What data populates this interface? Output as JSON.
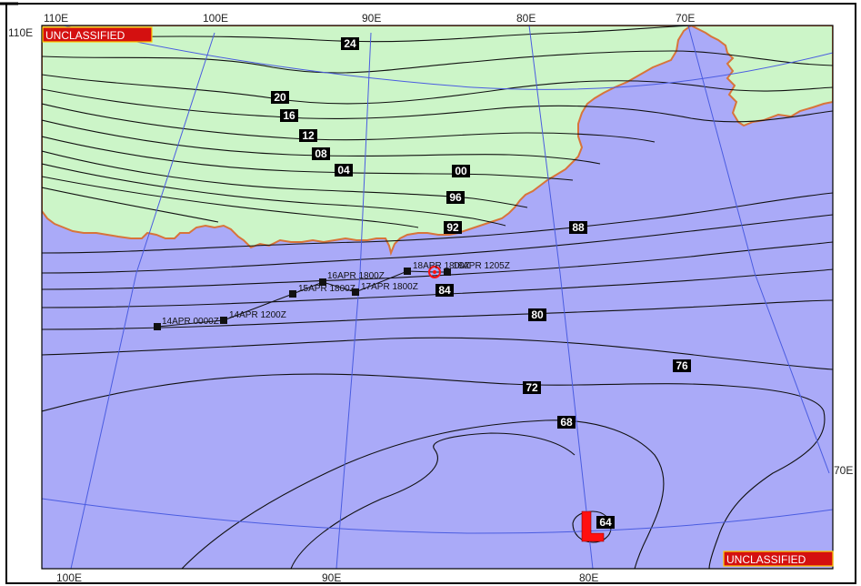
{
  "classification": {
    "top_left": "UNCLASSIFIED",
    "bottom_right": "UNCLASSIFIED"
  },
  "colors": {
    "land": "#ccf5c8",
    "sea": "#aaaaf8",
    "coast": "#d8743a",
    "grid": "#4a5ce0",
    "isobar": "#111111",
    "track": "#111111",
    "low": "#ff1010"
  },
  "top_axis_labels": [
    "110E",
    "100E",
    "90E",
    "80E",
    "70E"
  ],
  "bottom_axis_labels": [
    "100E",
    "90E",
    "80E"
  ],
  "left_edge_label": "110E",
  "right_edge_label": "70E",
  "isobar_labels": [
    "24",
    "20",
    "16",
    "12",
    "08",
    "04",
    "00",
    "96",
    "92",
    "88",
    "84",
    "80",
    "76",
    "72",
    "68",
    "64"
  ],
  "track_points": [
    {
      "label": "14APR 0000Z"
    },
    {
      "label": "14APR 1200Z"
    },
    {
      "label": "15APR 1800Z"
    },
    {
      "label": "16APR 1800Z"
    },
    {
      "label": "17APR 1800Z"
    },
    {
      "label": "18APR 1800Z"
    },
    {
      "label": "18APR 1205Z"
    }
  ],
  "low_center": {
    "symbol": "L",
    "value": "64",
    "icon": "low-pressure-icon"
  },
  "current_position_icon": "storm-position-target-icon"
}
